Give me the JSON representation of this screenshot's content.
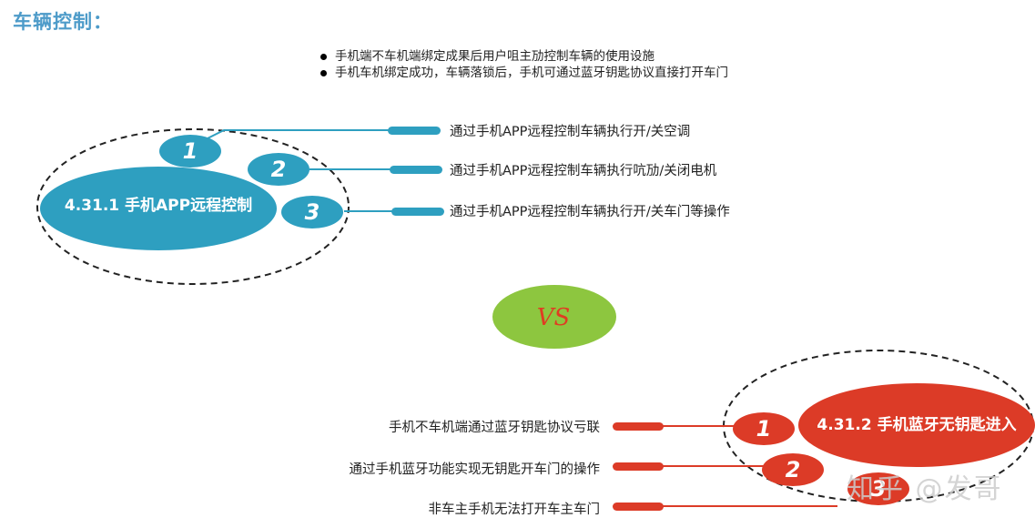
{
  "heading": "车辆控制：",
  "bullets": [
    "手机端不车机端绑定成果后用户咀主劢控制车辆的使用设施",
    "手机车机绑定成功，车辆落锁后，手机可通过蓝牙钥匙协议直接打开车门"
  ],
  "group1": {
    "title": "4.31.1 手机APP远程控制",
    "items": [
      {
        "num": "1",
        "text": "通过手机APP远程控制车辆执行开/关空调"
      },
      {
        "num": "2",
        "text": "通过手机APP远程控制车辆执行吭劢/关闭电机"
      },
      {
        "num": "3",
        "text": "通过手机APP远程控制车辆执行开/关车门等操作"
      }
    ]
  },
  "vs_label": "VS",
  "group2": {
    "title": "4.31.2 手机蓝牙无钥匙进入",
    "items": [
      {
        "num": "1",
        "text": "手机不车机端通过蓝牙钥匙协议亏联"
      },
      {
        "num": "2",
        "text": "通过手机蓝牙功能实现无钥匙开车门的操作"
      },
      {
        "num": "3",
        "text": "非车主手机无法打开车主车门"
      }
    ]
  },
  "watermark": "知乎 @发哥",
  "colors": {
    "blue": "#2e9fc0",
    "red": "#dc3b27",
    "green": "#8dc63f",
    "heading": "#4d9bc9"
  }
}
